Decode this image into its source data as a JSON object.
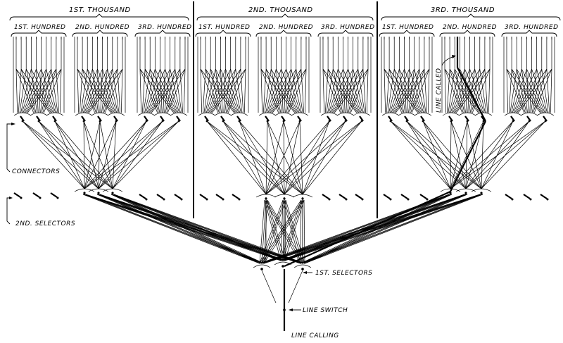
{
  "diagram": {
    "title": "Automatic telephone exchange trunking diagram",
    "thousands": [
      {
        "label": "1ST. THOUSAND",
        "hundreds": [
          "1ST. HUNDRED",
          "2ND. HUNDRED",
          "3RD. HUNDRED"
        ]
      },
      {
        "label": "2ND. THOUSAND",
        "hundreds": [
          "1ST. HUNDRED",
          "2ND. HUNDRED",
          "3RD. HUNDRED"
        ]
      },
      {
        "label": "3RD. THOUSAND",
        "hundreds": [
          "1ST. HUNDRED",
          "2ND. HUNDRED",
          "3RD. HUNDRED"
        ]
      }
    ],
    "labels": {
      "connectors": "CONNECTORS",
      "second_selectors": "2ND. SELECTORS",
      "first_selectors": "1ST. SELECTORS",
      "line_switch": "LINE SWITCH",
      "line_calling": "LINE CALLING",
      "line_called": "LINE CALLED"
    },
    "structure": {
      "lines_per_hundred_group": 10,
      "connectors_per_hundred": 3,
      "second_selectors_per_thousand": 3,
      "first_selectors": 3,
      "highlighted_path": [
        "LINE CALLING",
        "LINE SWITCH",
        "1ST. SELECTORS",
        "2ND. SELECTORS (3RD. THOUSAND)",
        "CONNECTORS (3RD. THOUSAND, 2ND. HUNDRED)",
        "LINE CALLED"
      ]
    }
  }
}
